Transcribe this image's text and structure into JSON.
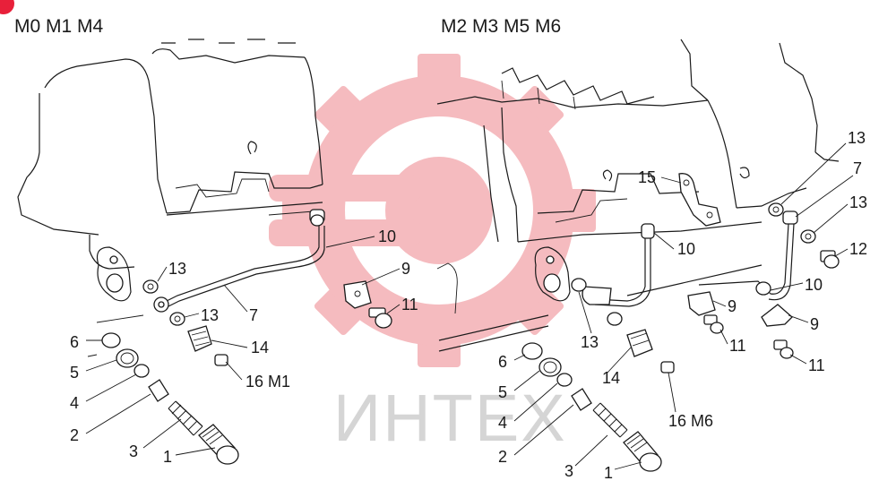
{
  "corner_badge_color": "#e8203a",
  "watermark": {
    "text": "ИНТЕХ",
    "color": "#f2a5aa"
  },
  "panels": {
    "left": {
      "title": "M0 M1 M4",
      "callouts": {
        "c13a": "13",
        "c13b": "13",
        "c7": "7",
        "c10": "10",
        "c9": "9",
        "c11": "11",
        "c14": "14",
        "c16": "16 M1",
        "c6": "6",
        "c5": "5",
        "c4": "4",
        "c2": "2",
        "c3": "3",
        "c1": "1"
      }
    },
    "right": {
      "title": "M2 M3 M5 M6",
      "callouts": {
        "c15": "15",
        "c13top": "13",
        "c7": "7",
        "c13b": "13",
        "c12": "12",
        "c10a": "10",
        "c10b": "10",
        "c9a": "9",
        "c9b": "9",
        "c11a": "11",
        "c11b": "11",
        "c13c": "13",
        "c14": "14",
        "c6": "6",
        "c5": "5",
        "c4": "4",
        "c16": "16 M6",
        "c2": "2",
        "c3": "3",
        "c1": "1"
      }
    }
  }
}
